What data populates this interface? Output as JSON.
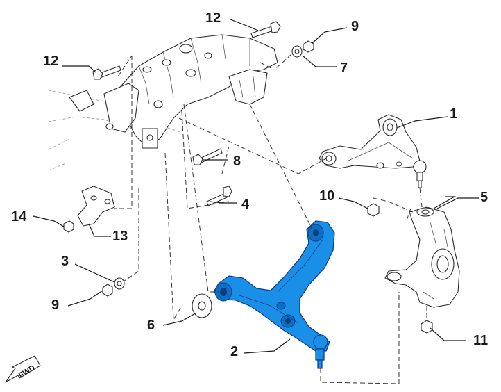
{
  "diagram": {
    "callouts": [
      {
        "id": "c1",
        "text": "1"
      },
      {
        "id": "c2",
        "text": "2"
      },
      {
        "id": "c3",
        "text": "3"
      },
      {
        "id": "c4",
        "text": "4"
      },
      {
        "id": "c5",
        "text": "5"
      },
      {
        "id": "c6",
        "text": "6"
      },
      {
        "id": "c7",
        "text": "7"
      },
      {
        "id": "c8",
        "text": "8"
      },
      {
        "id": "c9a",
        "text": "9"
      },
      {
        "id": "c9b",
        "text": "9"
      },
      {
        "id": "c10",
        "text": "10"
      },
      {
        "id": "c11",
        "text": "11"
      },
      {
        "id": "c12a",
        "text": "12"
      },
      {
        "id": "c12b",
        "text": "12"
      },
      {
        "id": "c13",
        "text": "13"
      },
      {
        "id": "c14",
        "text": "14"
      }
    ],
    "fwd_label": "FWD",
    "colors": {
      "highlight": "#1a8fe8",
      "highlight_outline": "#0b3f8c",
      "line": "#2a2a2a",
      "background": "#ffffff"
    }
  }
}
